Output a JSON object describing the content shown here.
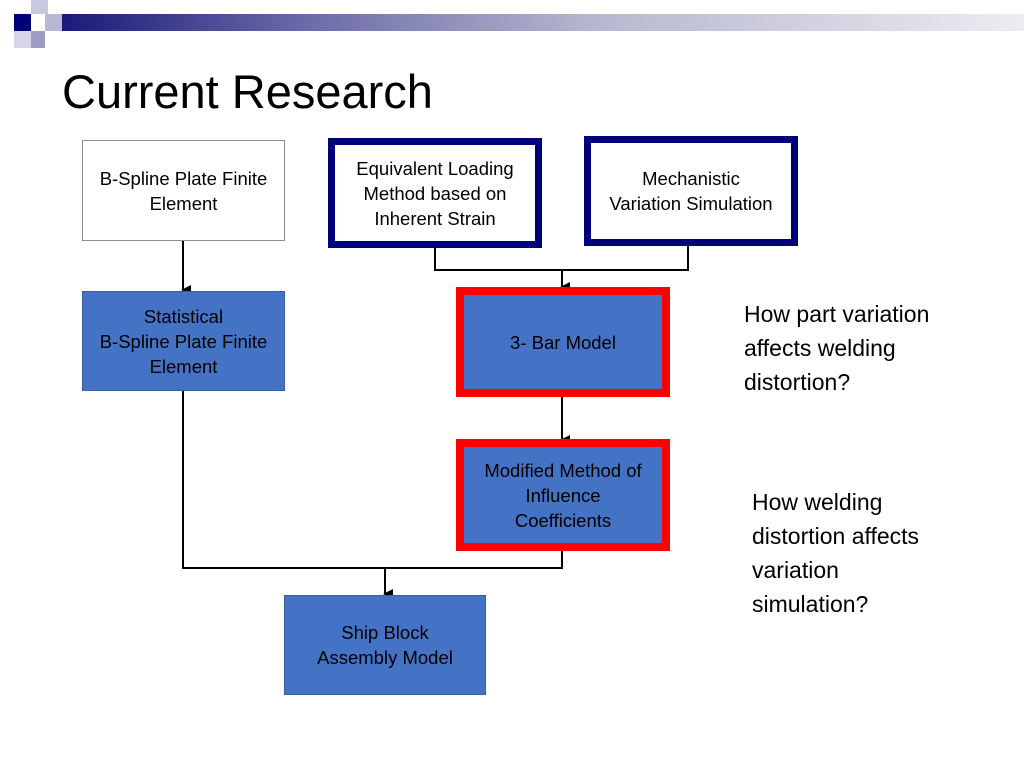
{
  "slide": {
    "title": "Current Research"
  },
  "boxes": {
    "bspline_fe": "B-Spline Plate Finite\nElement",
    "equivalent_loading": "Equivalent Loading\nMethod based on\nInherent Strain",
    "mechanistic_variation": "Mechanistic\nVariation Simulation",
    "statistical_bspline": "Statistical\nB-Spline Plate Finite\nElement",
    "three_bar_model": "3- Bar Model",
    "modified_method": "Modified Method of\nInfluence\nCoefficients",
    "ship_block": "Ship Block\nAssembly Model"
  },
  "questions": {
    "part_variation": "How part variation\naffects welding\ndistortion?",
    "welding_distortion": "How welding\ndistortion affects\nvariation\nsimulation?"
  },
  "colors": {
    "title_bar_dark": "#1a1a7a",
    "navy_border": "#00007a",
    "box_fill_blue": "#4472c4",
    "highlight_red": "#ff0000"
  }
}
